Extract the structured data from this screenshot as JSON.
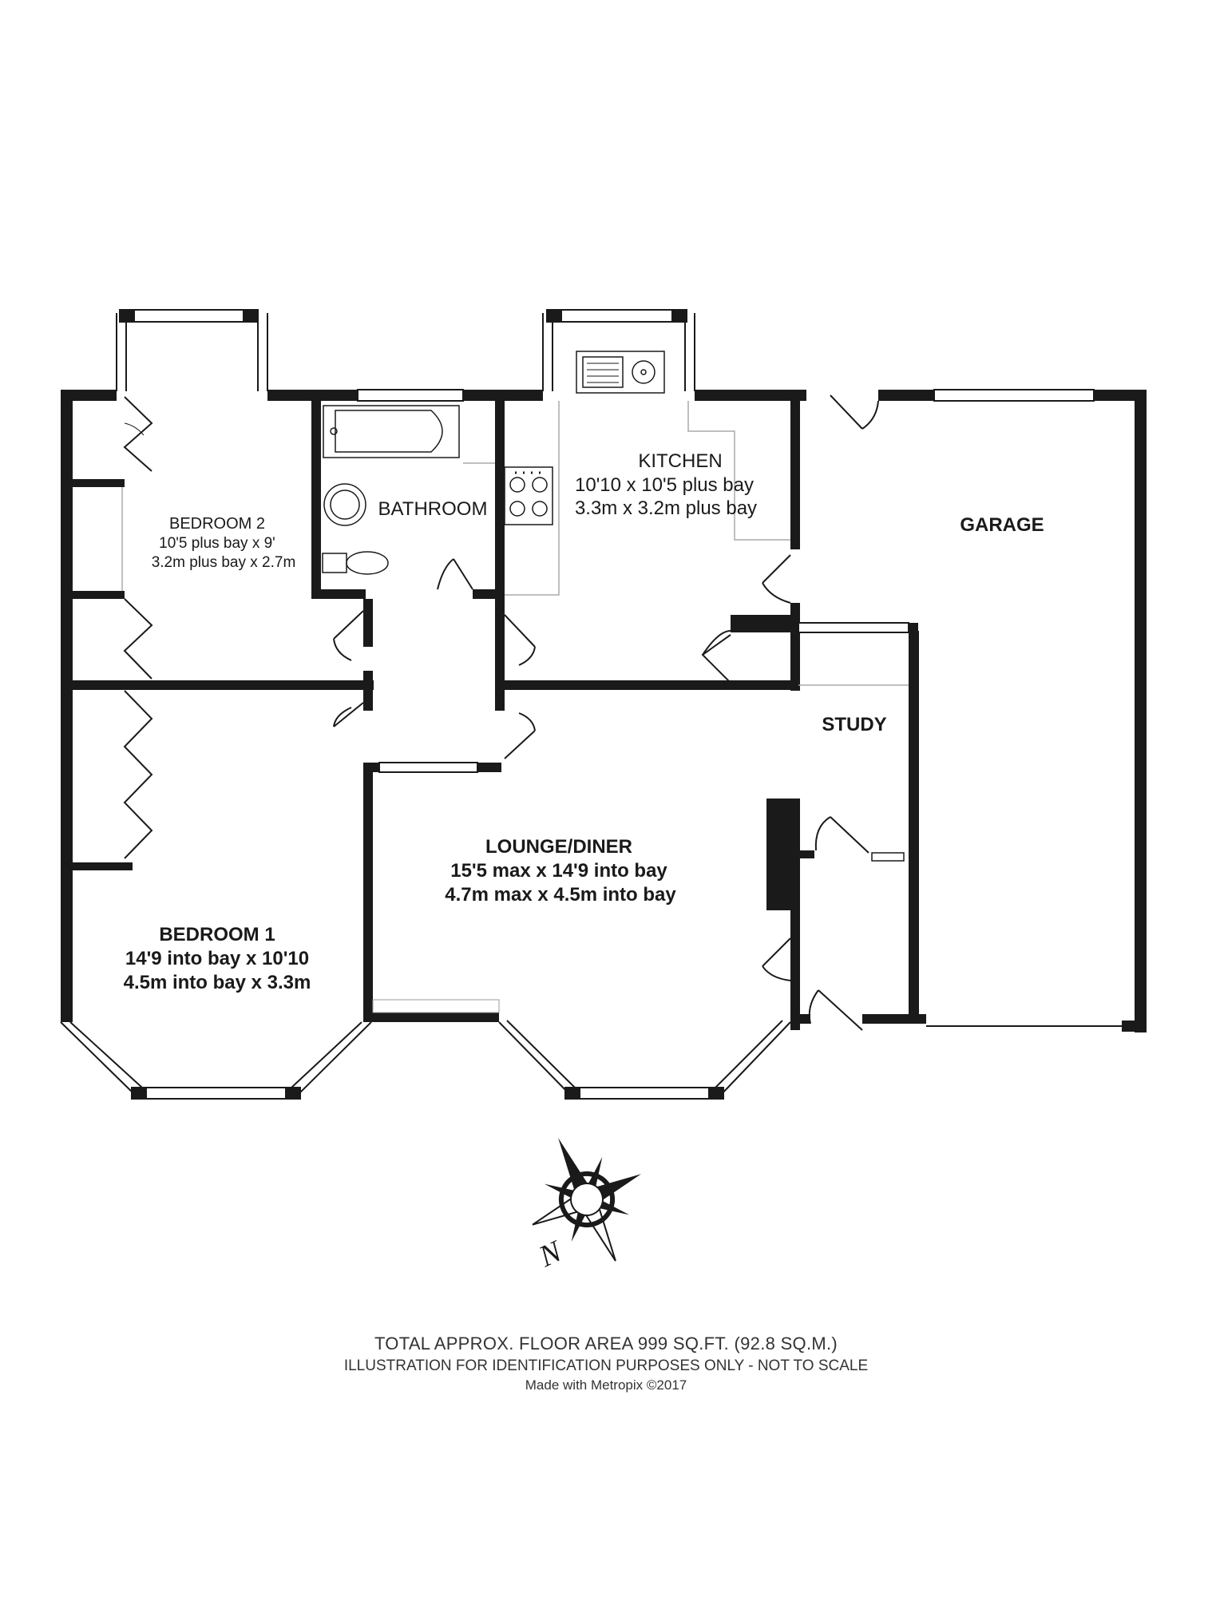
{
  "rooms": {
    "bedroom2": {
      "name": "BEDROOM 2",
      "imperial": "10'5 plus bay x 9'",
      "metric": "3.2m plus bay x 2.7m"
    },
    "bathroom": {
      "name": "BATHROOM"
    },
    "kitchen": {
      "name": "KITCHEN",
      "imperial": "10'10 x 10'5 plus bay",
      "metric": "3.3m x 3.2m plus bay"
    },
    "garage": {
      "name": "GARAGE"
    },
    "study": {
      "name": "STUDY"
    },
    "lounge": {
      "name": "LOUNGE/DINER",
      "imperial": "15'5 max x 14'9 into bay",
      "metric": "4.7m max x 4.5m into bay"
    },
    "bedroom1": {
      "name": "BEDROOM 1",
      "imperial": "14'9 into bay x 10'10",
      "metric": "4.5m into bay x 3.3m"
    }
  },
  "compass": {
    "north_label": "N"
  },
  "footer": {
    "area": "TOTAL APPROX. FLOOR AREA 999 SQ.FT. (92.8 SQ.M.)",
    "disclaimer": "ILLUSTRATION FOR IDENTIFICATION PURPOSES ONLY - NOT TO SCALE",
    "credit": "Made with Metropix ©2017"
  }
}
